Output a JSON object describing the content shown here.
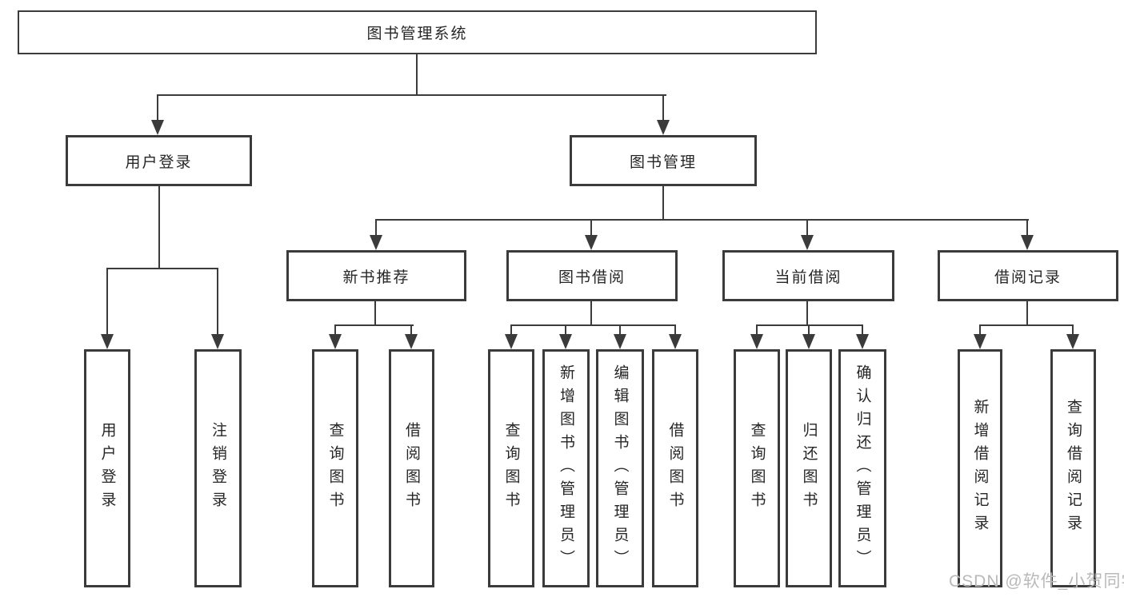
{
  "diagram": {
    "root": {
      "label": "图书管理系统"
    },
    "level2": [
      {
        "label": "用户登录"
      },
      {
        "label": "图书管理"
      }
    ],
    "level3": [
      {
        "label": "新书推荐"
      },
      {
        "label": "图书借阅"
      },
      {
        "label": "当前借阅"
      },
      {
        "label": "借阅记录"
      }
    ],
    "leaves": {
      "userLogin": [
        {
          "label": "用户登录"
        },
        {
          "label": "注销登录"
        }
      ],
      "newBooks": [
        {
          "label": "查询图书"
        },
        {
          "label": "借阅图书"
        }
      ],
      "bookBorrow": [
        {
          "label": "查询图书"
        },
        {
          "label": "新增图书（管理员）"
        },
        {
          "label": "编辑图书（管理员）"
        },
        {
          "label": "借阅图书"
        }
      ],
      "currentBorrow": [
        {
          "label": "查询图书"
        },
        {
          "label": "归还图书"
        },
        {
          "label": "确认归还（管理员）"
        }
      ],
      "borrowRecords": [
        {
          "label": "新增借阅记录"
        },
        {
          "label": "查询借阅记录"
        }
      ]
    }
  },
  "watermark": "CSDN @软件_小贺同学",
  "colors": {
    "line": "#3b3b3b",
    "text": "#262626",
    "watermark": "#b9b9b9",
    "background": "#ffffff"
  }
}
